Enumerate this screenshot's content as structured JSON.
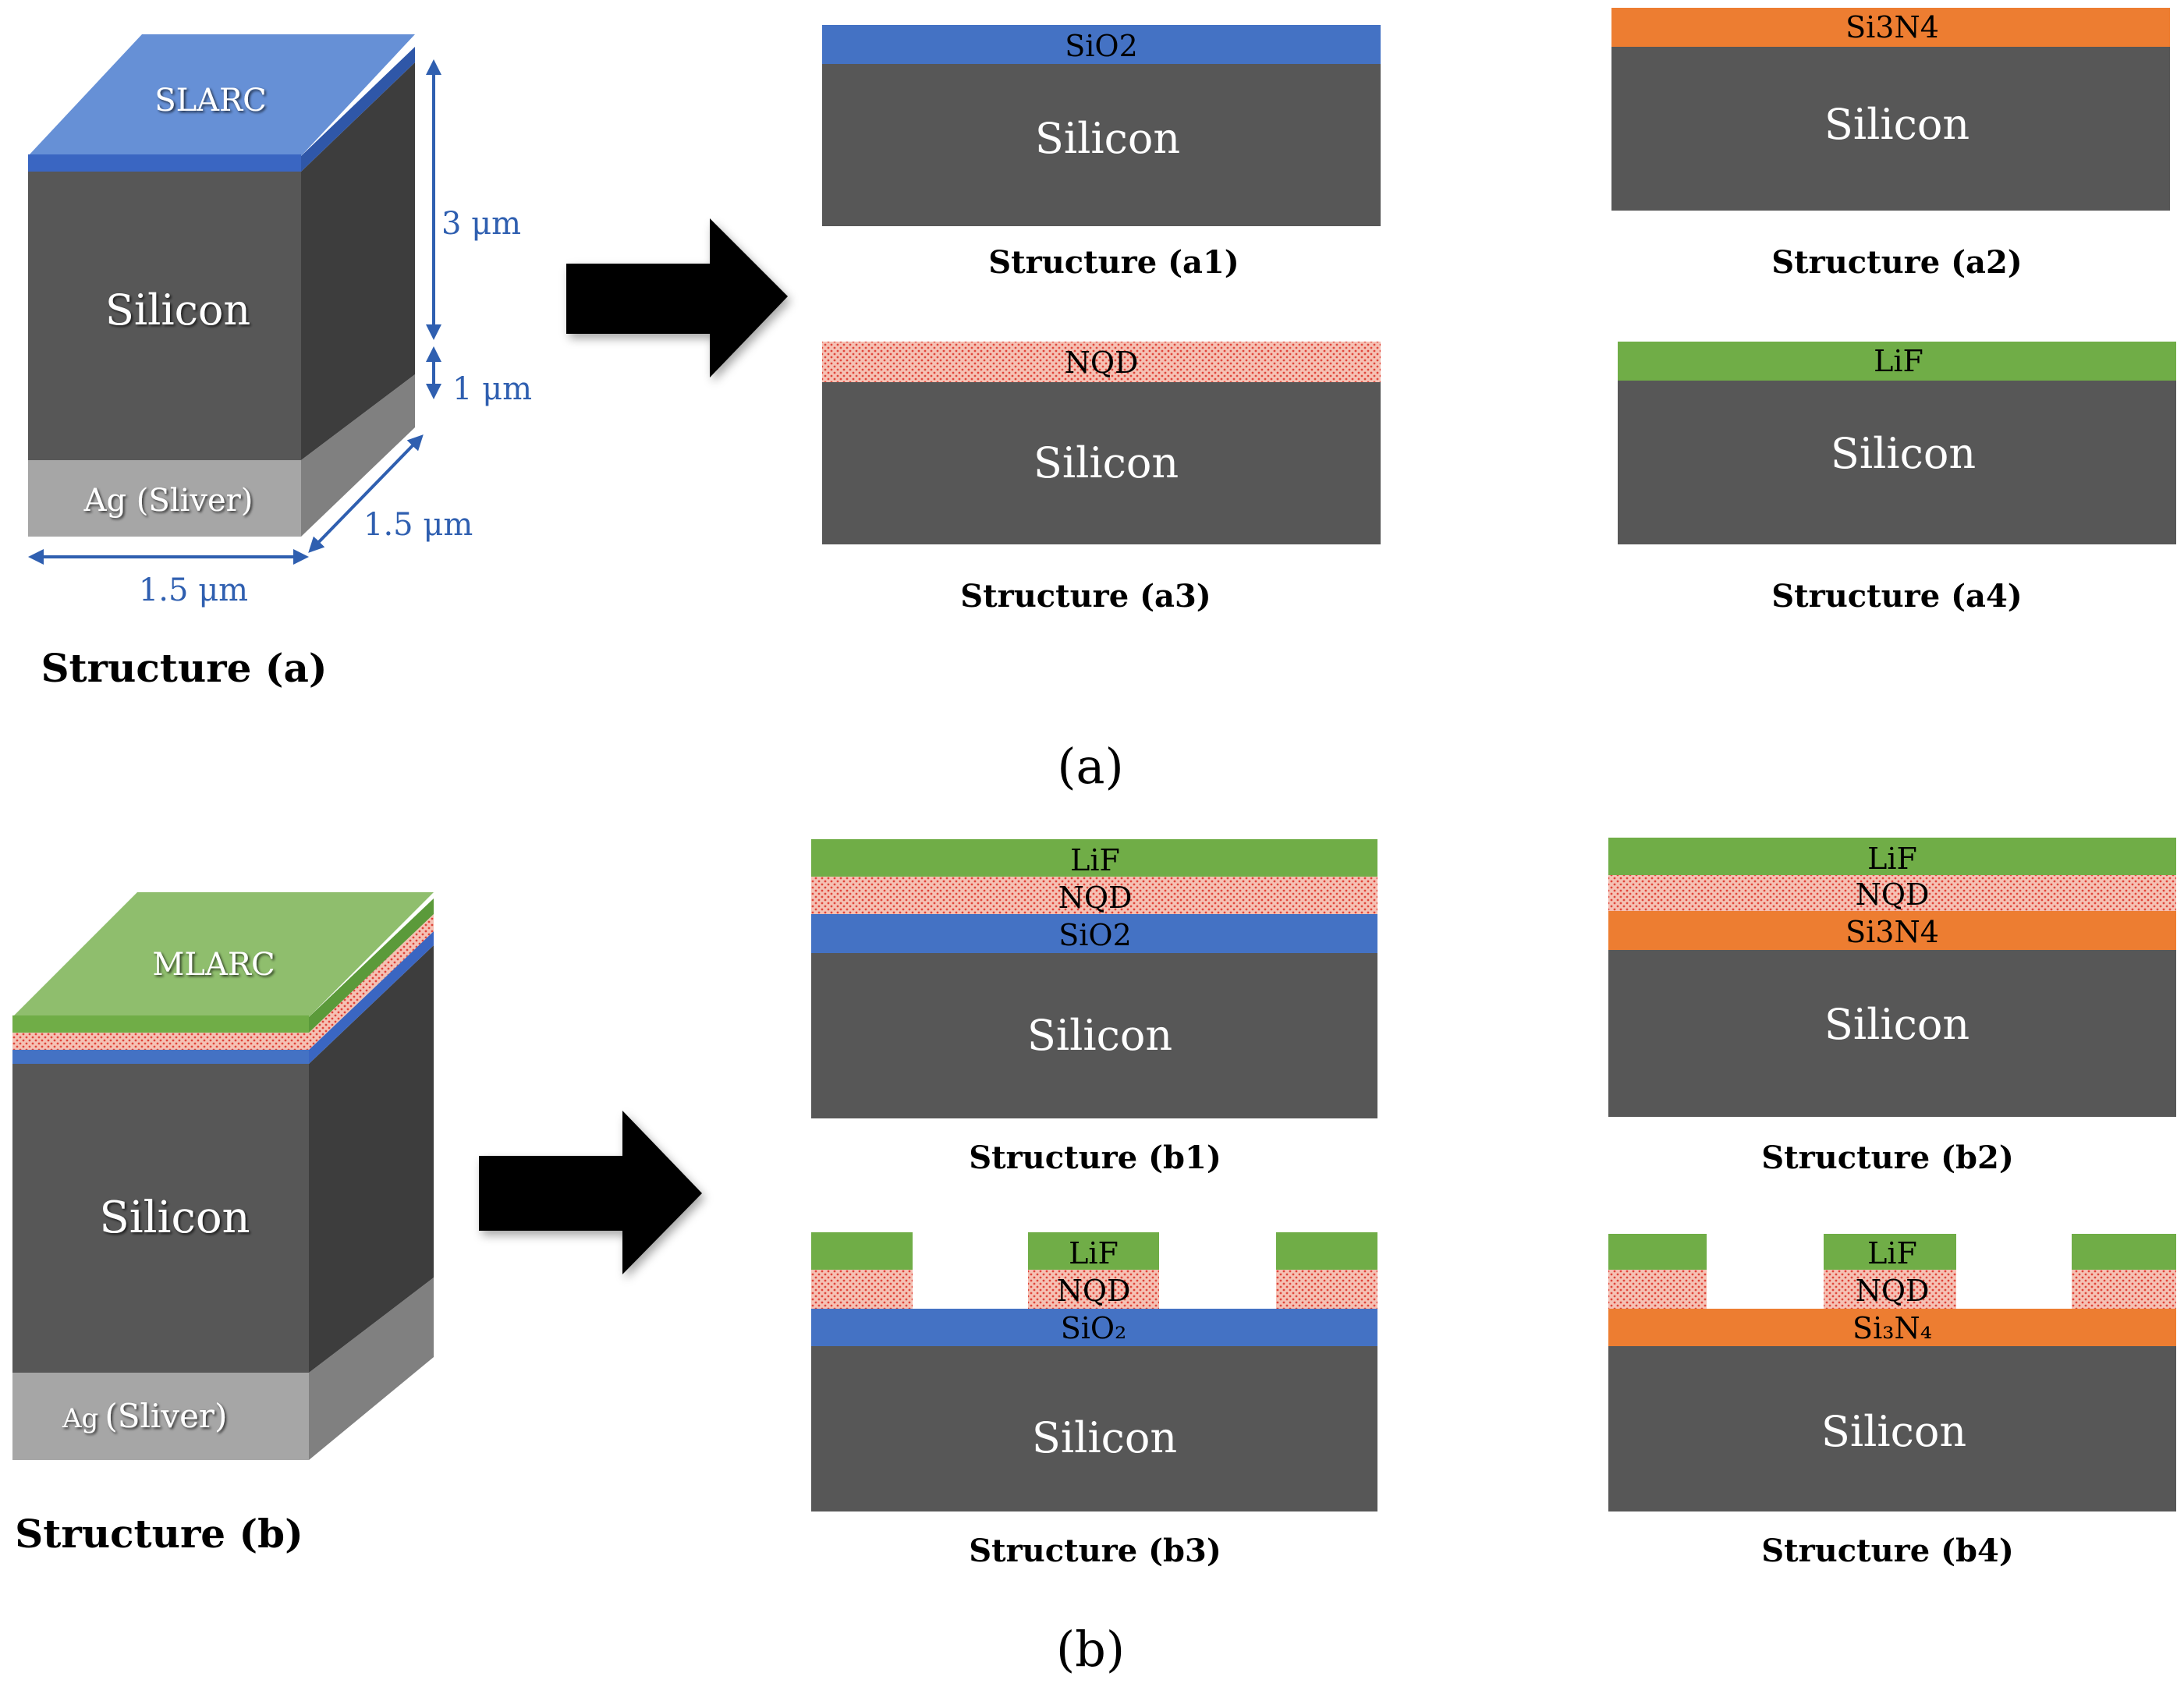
{
  "colors": {
    "silicon": "#575757",
    "silicon_side": "#3d3d3d",
    "silver_front": "#a6a6a6",
    "silver_side": "#808080",
    "sio2": "#4472c4",
    "si3n4": "#ed7d31",
    "lif": "#70ad47",
    "slarc_top": "#6690d6",
    "mlarc_top": "#8fbe6d",
    "nqd_base": "#f5c1b4",
    "nqd_dot": "#e0453a",
    "dim": "#2f5fb0",
    "text": "#000000"
  },
  "part_a": {
    "caption": "(a)",
    "block": {
      "name": "Structure (a)",
      "top_label": "SLARC",
      "body_label": "Silicon",
      "base_label": "Ag (Sliver)",
      "dim_height_si": "3 μm",
      "dim_height_ag": "1 μm",
      "dim_depth": "1.5 μm",
      "dim_width": "1.5 μm"
    },
    "panels": [
      {
        "name": "Structure (a1)",
        "layer": "SiO2",
        "substrate": "Silicon"
      },
      {
        "name": "Structure (a2)",
        "layer": "Si3N4",
        "substrate": "Silicon"
      },
      {
        "name": "Structure (a3)",
        "layer": "NQD",
        "substrate": "Silicon"
      },
      {
        "name": "Structure (a4)",
        "layer": "LiF",
        "substrate": "Silicon"
      }
    ]
  },
  "part_b": {
    "caption": "(b)",
    "block": {
      "name": "Structure (b)",
      "top_label": "MLARC",
      "body_label": "Silicon",
      "base_label_prefix": "Ag",
      "base_label_rest": "(Sliver)"
    },
    "panels": [
      {
        "name": "Structure (b1)",
        "layers": [
          "LiF",
          "NQD",
          "SiO2"
        ],
        "substrate": "Silicon"
      },
      {
        "name": "Structure (b2)",
        "layers": [
          "LiF",
          "NQD",
          "Si3N4"
        ],
        "substrate": "Silicon"
      },
      {
        "name": "Structure (b3)",
        "layers": [
          "LiF",
          "NQD",
          "SiO₂"
        ],
        "substrate": "Silicon"
      },
      {
        "name": "Structure (b4)",
        "layers": [
          "LiF",
          "NQD",
          "Si₃N₄"
        ],
        "substrate": "Silicon"
      }
    ]
  }
}
